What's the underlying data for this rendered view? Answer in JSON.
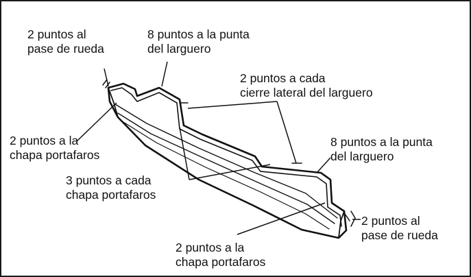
{
  "labels": {
    "wheel_pass_left": [
      "2 puntos al",
      "pase de rueda"
    ],
    "rail_tip_top": [
      "8 puntos a la punta",
      "del larguero"
    ],
    "lateral_closure": [
      "2 puntos a cada",
      "cierre lateral del larguero"
    ],
    "headlamp_plate_left": [
      "2 puntos a la",
      "chapa portafaros"
    ],
    "rail_tip_right": [
      "8 puntos a la punta",
      "del larguero"
    ],
    "each_headlamp_plate": [
      "3 puntos a cada",
      "chapa portafaros"
    ],
    "wheel_pass_right": [
      "2 puntos al",
      "pase de rueda"
    ],
    "headlamp_plate_bottom": [
      "2 puntos a la",
      "chapa portafaros"
    ]
  },
  "colors": {
    "ink": "#111111",
    "background": "#ffffff"
  }
}
